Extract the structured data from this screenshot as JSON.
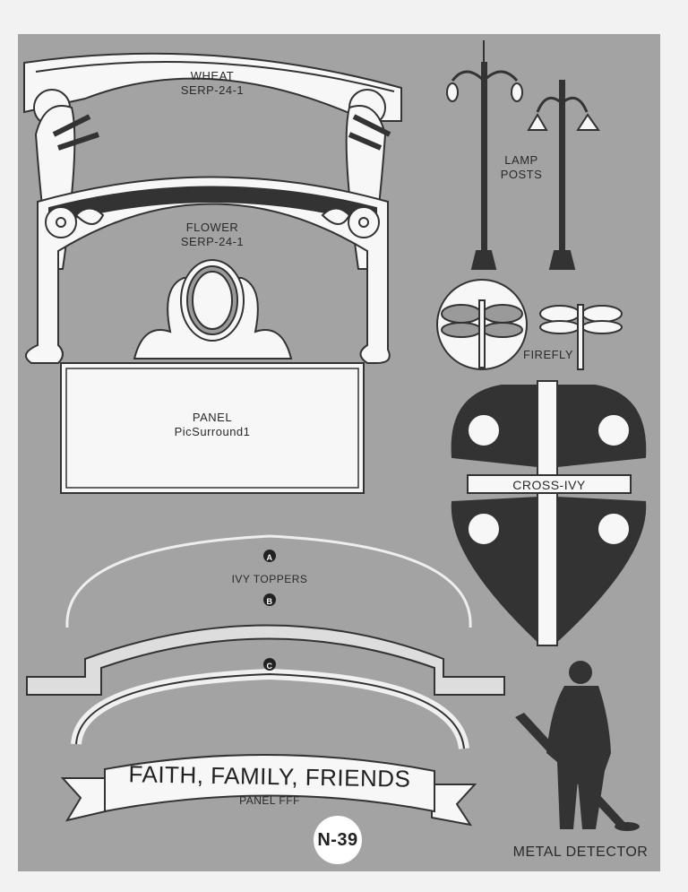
{
  "designs": {
    "wheat": {
      "name": "WHEAT",
      "code": "SERP-24-1"
    },
    "flower": {
      "name": "FLOWER",
      "code": "SERP-24-1"
    },
    "lamp_posts": {
      "line1": "LAMP",
      "line2": "POSTS"
    },
    "panel": {
      "name": "PANEL",
      "code": "PicSurround1"
    },
    "firefly": {
      "name": "FIREFLY"
    },
    "cross_ivy": {
      "name": "CROSS-IVY"
    },
    "ivy_toppers": {
      "name": "IVY TOPPERS",
      "markers": [
        "A",
        "B",
        "C"
      ]
    },
    "banner": {
      "text": "FAITH, FAMILY, FRIENDS",
      "code": "PANEL FFF"
    },
    "metal_detector": {
      "name": "METAL DETECTOR"
    }
  },
  "page_number": "N-39",
  "colors": {
    "background": "#a3a3a3",
    "ink": "#333333",
    "paper": "#f7f7f7"
  }
}
